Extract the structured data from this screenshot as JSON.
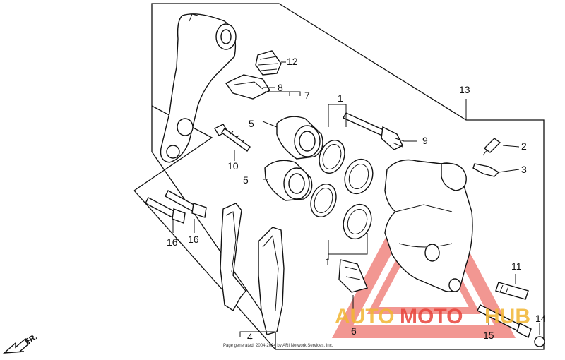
{
  "diagram": {
    "callouts": {
      "c1a": "1",
      "c1b": "1",
      "c2": "2",
      "c3": "3",
      "c4": "4",
      "c5a": "5",
      "c5b": "5",
      "c6": "6",
      "c7": "7",
      "c8": "8",
      "c9": "9",
      "c10": "10",
      "c11": "11",
      "c12": "12",
      "c13": "13",
      "c14": "14",
      "c15": "15",
      "c16a": "16",
      "c16b": "16"
    },
    "direction_label": "FR.",
    "footer": "Page generated, 2004-2024 by ARI Network Services, Inc.",
    "watermark": {
      "part1": "AUTO",
      "part2": "MOTO",
      "part3": "HUB",
      "color_primary": "#f2b632",
      "color_secondary": "#e8433a"
    }
  }
}
